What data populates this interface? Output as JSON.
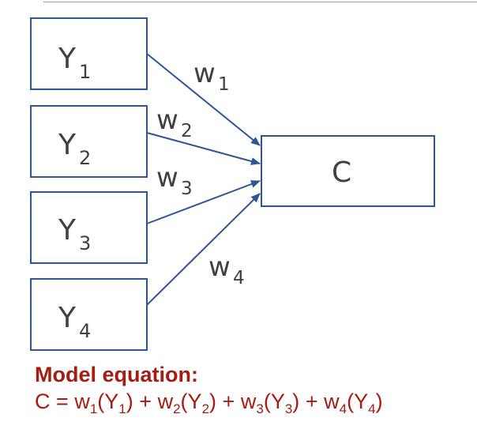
{
  "inputs": [
    {
      "letter": "Y",
      "sub": "1"
    },
    {
      "letter": "Y",
      "sub": "2"
    },
    {
      "letter": "Y",
      "sub": "3"
    },
    {
      "letter": "Y",
      "sub": "4"
    }
  ],
  "output": {
    "label": "C"
  },
  "weights": [
    {
      "letter": "w",
      "sub": "1"
    },
    {
      "letter": "w",
      "sub": "2"
    },
    {
      "letter": "w",
      "sub": "3"
    },
    {
      "letter": "w",
      "sub": "4"
    }
  ],
  "colors": {
    "box_stroke": "#2f5597",
    "arrow": "#2f5597",
    "text": "#404040",
    "equation": "#a61b12"
  },
  "equation": {
    "title": "Model equation:",
    "lhs": "C",
    "equals": "=",
    "plus": "+",
    "terms": [
      {
        "w": "w",
        "w_sub": "1",
        "open": "(",
        "y": "Y",
        "y_sub": "1",
        "close": ")"
      },
      {
        "w": "w",
        "w_sub": "2",
        "open": "(",
        "y": "Y",
        "y_sub": "2",
        "close": ")"
      },
      {
        "w": "w",
        "w_sub": "3",
        "open": "(",
        "y": "Y",
        "y_sub": "3",
        "close": ")"
      },
      {
        "w": "w",
        "w_sub": "4",
        "open": "(",
        "y": "Y",
        "y_sub": "4",
        "close": ")"
      }
    ]
  }
}
